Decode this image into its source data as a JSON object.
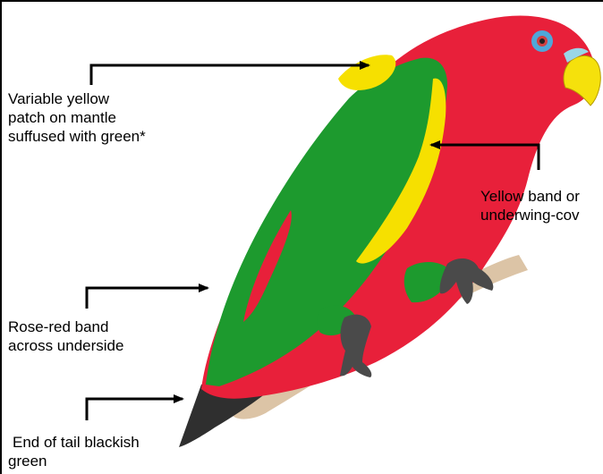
{
  "labels": {
    "mantle": [
      "Variable yellow",
      "patch on mantle",
      "suffused with green*"
    ],
    "underwing": [
      "Yellow band or",
      "underwing-cov"
    ],
    "underside": [
      "Rose-red band",
      "across underside"
    ],
    "tail": [
      "End of tail blackish",
      "green"
    ]
  },
  "colors": {
    "body_red": "#e8203a",
    "wing_green": "#1d9a2e",
    "yellow": "#f6e000",
    "tail_dark": "#2f2f2f",
    "branch": "#dcc4a6",
    "feet": "#4a4a4a",
    "eye_ring": "#4fa7d8",
    "beak": "#f5e10c"
  },
  "icons": [
    "parrot-illustration",
    "perch-branch",
    "callout-arrow"
  ]
}
